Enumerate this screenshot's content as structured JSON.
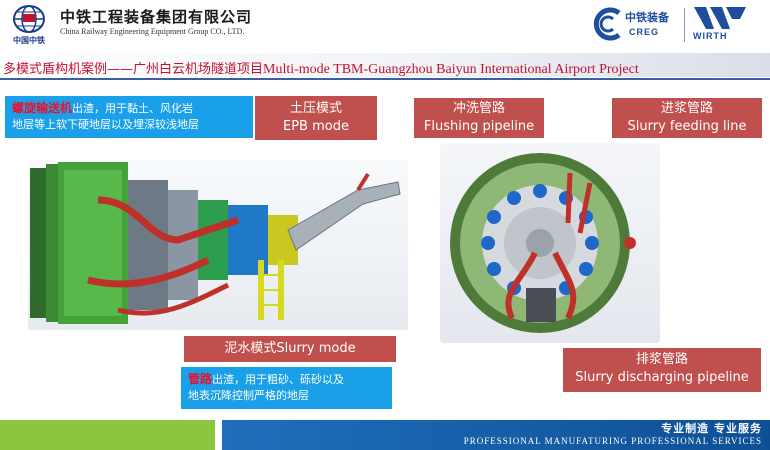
{
  "header": {
    "logo_small_name": "中国中铁",
    "company_cn": "中铁工程装备集团有限公司",
    "company_en": "China Railway Engineering Equipment Group CO., LTD.",
    "creg_cn": "中铁装备",
    "creg_en": "CREG",
    "wirth_name": "WIRTH"
  },
  "title": {
    "cn": "多模式盾构机案例——广州白云机场隧道项目",
    "en": "Multi-mode TBM-Guangzhou Baiyun International Airport Project"
  },
  "left_panel": {
    "screw_highlight": "螺旋输送机",
    "screw_text_1": "出渣，用于黏土、风化岩",
    "screw_text_2": "地层等上软下硬地层以及埋深较浅地层",
    "epb_cn": "土压模式",
    "epb_en": "EPB mode",
    "slurry_mode": "泥水模式Slurry mode",
    "pipe_highlight": "管路",
    "pipe_text_1": "出渣，用于粗砂、砾砂以及",
    "pipe_text_2": "地表沉降控制严格的地层"
  },
  "right_panel": {
    "flush_cn": "冲洗管路",
    "flush_en": "Flushing pipeline",
    "feed_cn": "进浆管路",
    "feed_en": "Slurry feeding line",
    "disch_cn": "排浆管路",
    "disch_en": "Slurry discharging pipeline"
  },
  "footer": {
    "slogan_cn": "专业制造  专业服务",
    "slogan_en": "PROFESSIONAL MANUFATURING PROFESSIONAL SERVICES"
  },
  "colors": {
    "accent_red": "#c0504d",
    "title_red": "#c8102e",
    "box_blue": "#1aa0e8",
    "brand_blue": "#1f4e9c",
    "footer_green": "#8cc63f"
  },
  "icons": [
    "crec-globe-icon",
    "creg-logo-icon",
    "wirth-logo-icon"
  ]
}
